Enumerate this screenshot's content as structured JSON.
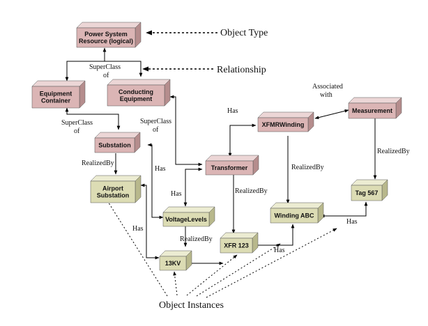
{
  "annotations": {
    "object_type": "Object Type",
    "relationship": "Relationship",
    "object_instances": "Object Instances"
  },
  "colors": {
    "class_face": "#dbb5b5",
    "class_top": "#ecd6d6",
    "class_side": "#b58d8d",
    "instance_face": "#dcdcb4",
    "instance_top": "#ececd2",
    "instance_side": "#b8b88c"
  },
  "boxes": {
    "psr": [
      "Power System",
      "Resource (logical)"
    ],
    "equip_container": [
      "Equipment",
      "Container"
    ],
    "conducting_equip": [
      "Conducting",
      "Equipment"
    ],
    "substation": [
      "Substation"
    ],
    "xfmr_winding": [
      "XFMRWinding"
    ],
    "measurement": [
      "Measurement"
    ],
    "transformer": [
      "Transformer"
    ],
    "airport_substation": [
      "Airport",
      "Substation"
    ],
    "voltage_levels": [
      "VoltageLevels"
    ],
    "winding_abc": [
      "Winding ABC"
    ],
    "tag_567": [
      "Tag 567"
    ],
    "xfr_123": [
      "XFR 123"
    ],
    "kv13": [
      "13KV"
    ]
  },
  "labels": {
    "superclass_top": [
      "SuperClass",
      "of"
    ],
    "superclass_left": [
      "SuperClass",
      "of"
    ],
    "superclass_right": [
      "SuperClass",
      "of"
    ],
    "associated_with": [
      "Associated",
      "with"
    ],
    "has_xfmr": "Has",
    "has_substation": "Has",
    "has_transformer": "Has",
    "has_airport": "Has",
    "has_xfr": "Has",
    "has_tag": "Has",
    "realizedby_substation": "RealizedBy",
    "realizedby_transformer": "RealizedBy",
    "realizedby_winding": "RealizedBy",
    "realizedby_measurement": "RealizedBy",
    "realizedby_voltage": "RealizedBy"
  }
}
